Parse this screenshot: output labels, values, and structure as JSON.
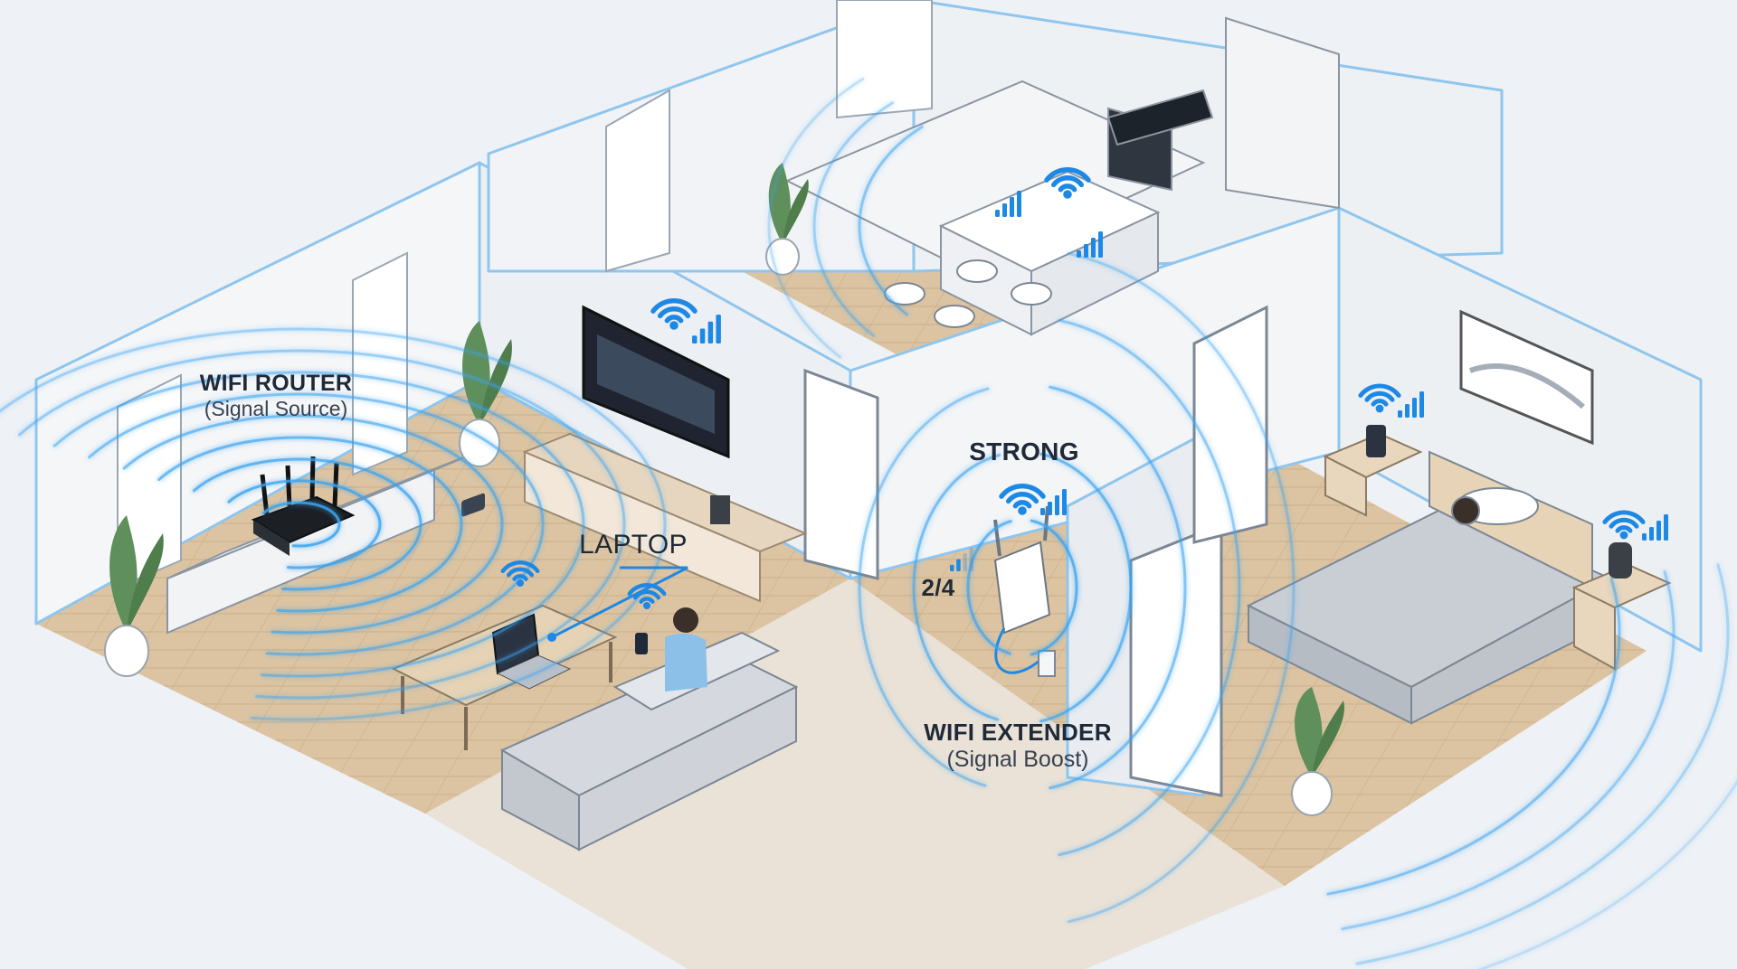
{
  "labels": {
    "router": {
      "title": "WIFI ROUTER",
      "subtitle": "(Signal Source)"
    },
    "laptop": {
      "title": "LAPTOP"
    },
    "strong": {
      "title": "STRONG"
    },
    "ratio": {
      "title": "2/4"
    },
    "extender": {
      "title": "WIFI EXTENDER",
      "subtitle": "(Signal Boost)"
    }
  },
  "colors": {
    "signal": "#3ba4f0",
    "signal_glow": "#9fd3fb",
    "wall": "#f7f8fa",
    "wall_edge": "#8fc6ee",
    "floor": "#d9c2a1",
    "accent": "#1e88e5"
  },
  "icons": [
    "wifi-icon",
    "signal-bars-icon",
    "router-icon",
    "laptop-icon",
    "tv-icon",
    "tablet-icon",
    "phone-icon",
    "plant-icon",
    "bed-icon",
    "sofa-icon",
    "door-icon",
    "speaker-icon"
  ]
}
